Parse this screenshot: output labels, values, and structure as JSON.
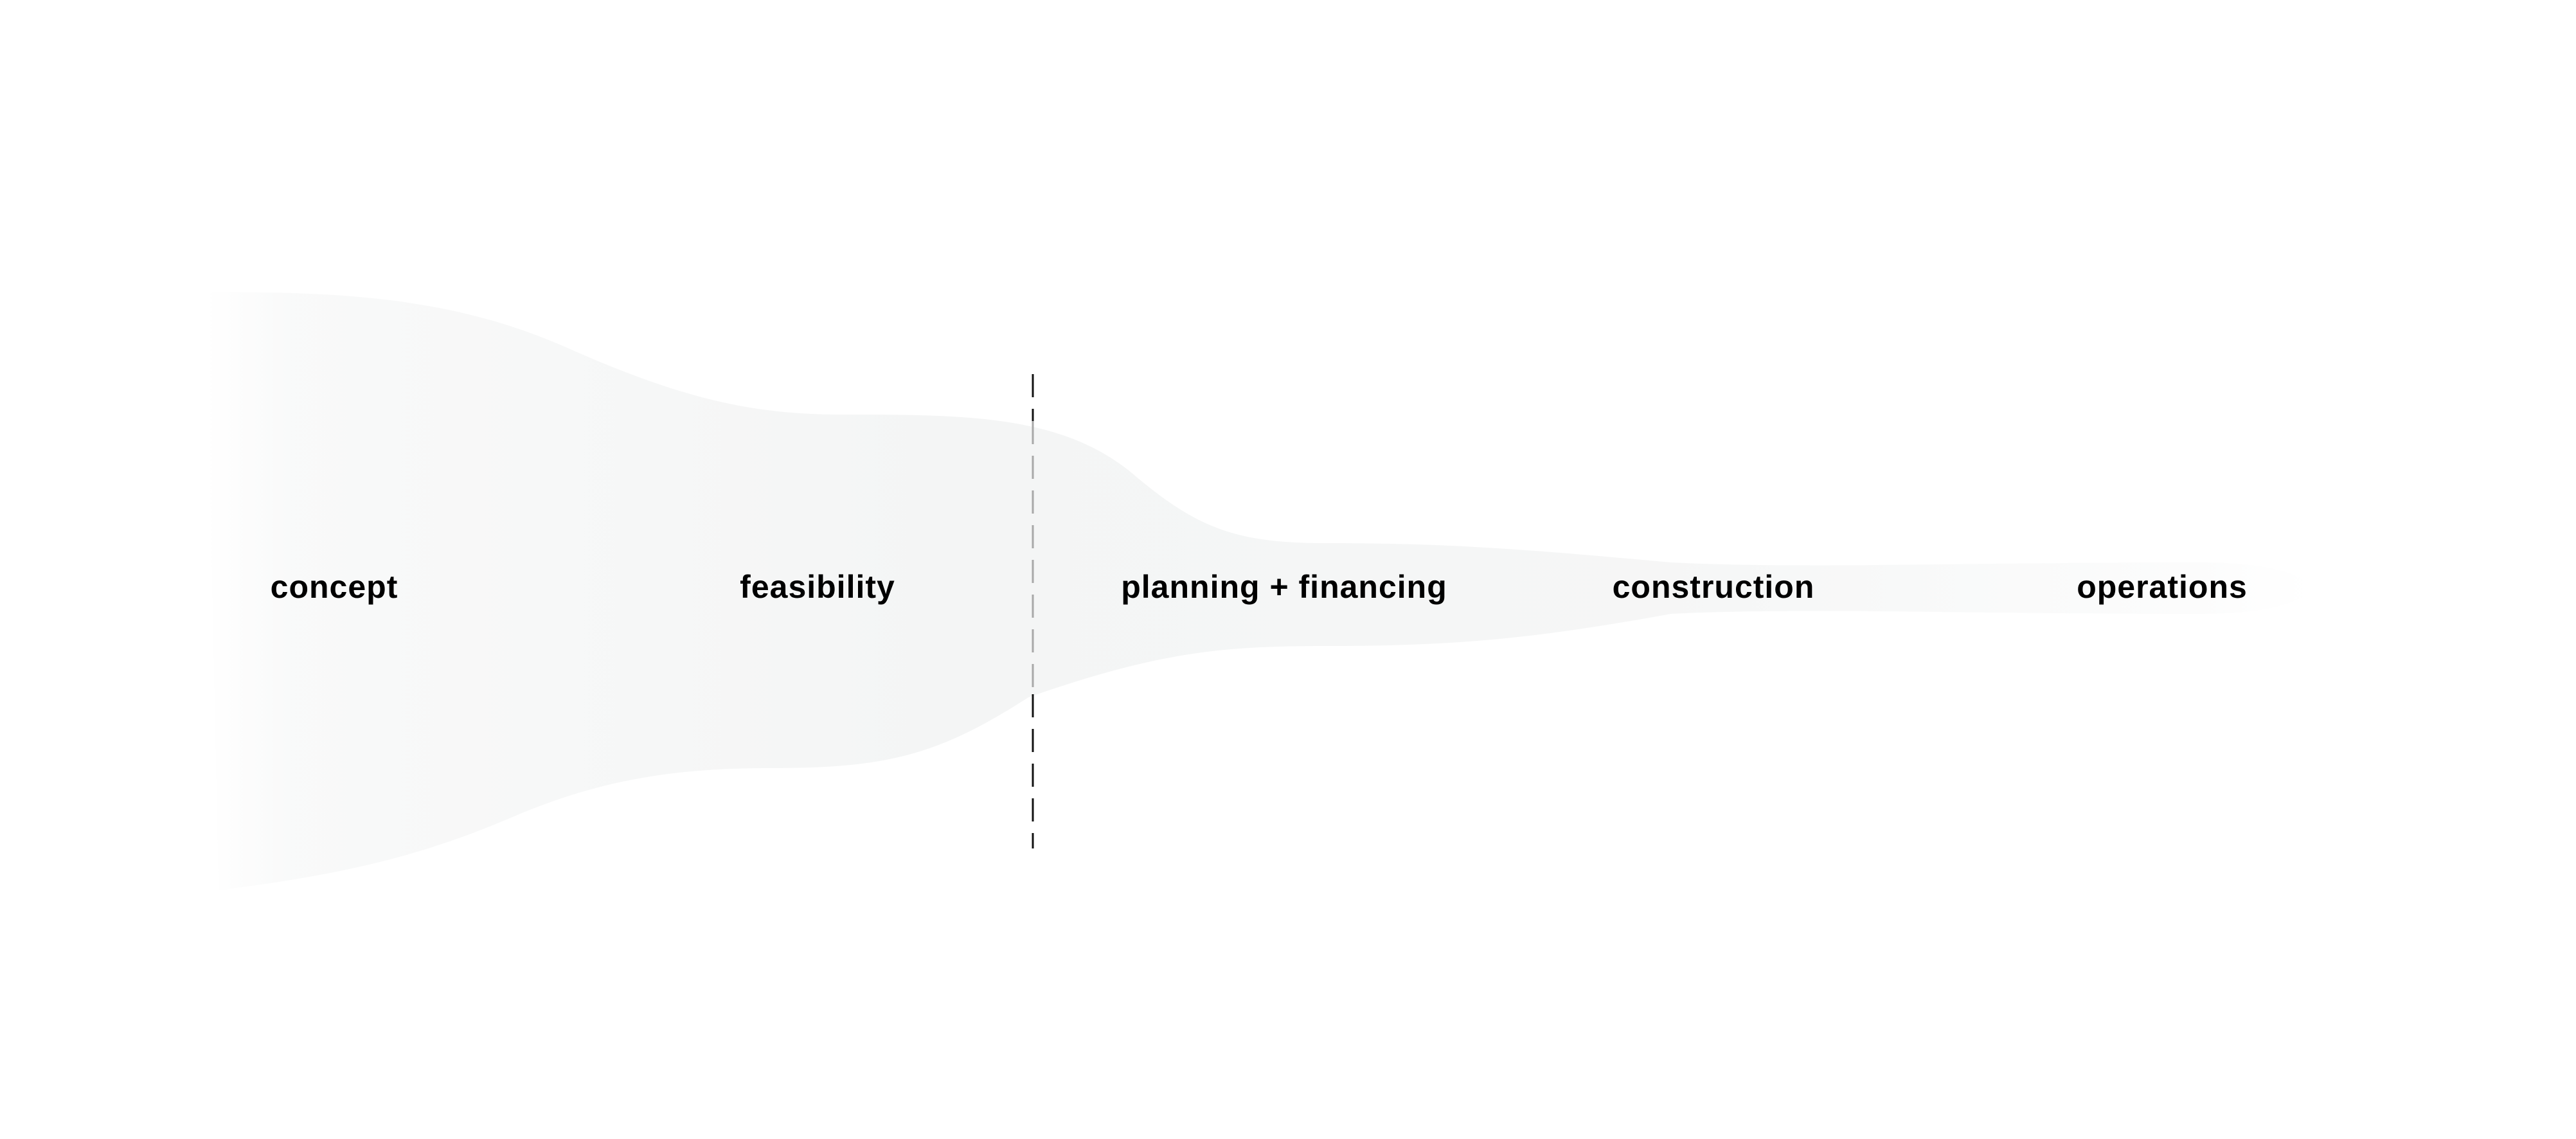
{
  "diagram": {
    "stages": [
      {
        "id": "concept",
        "label": "concept"
      },
      {
        "id": "feasibility",
        "label": "feasibility"
      },
      {
        "id": "planning",
        "label": "planning + financing"
      },
      {
        "id": "construction",
        "label": "construction"
      },
      {
        "id": "operations",
        "label": "operations"
      }
    ],
    "colors": {
      "funnel_fill": "#f4f5f5",
      "divider_dark": "#111111",
      "divider_light": "#a8a8a8",
      "text": "#000000"
    }
  }
}
